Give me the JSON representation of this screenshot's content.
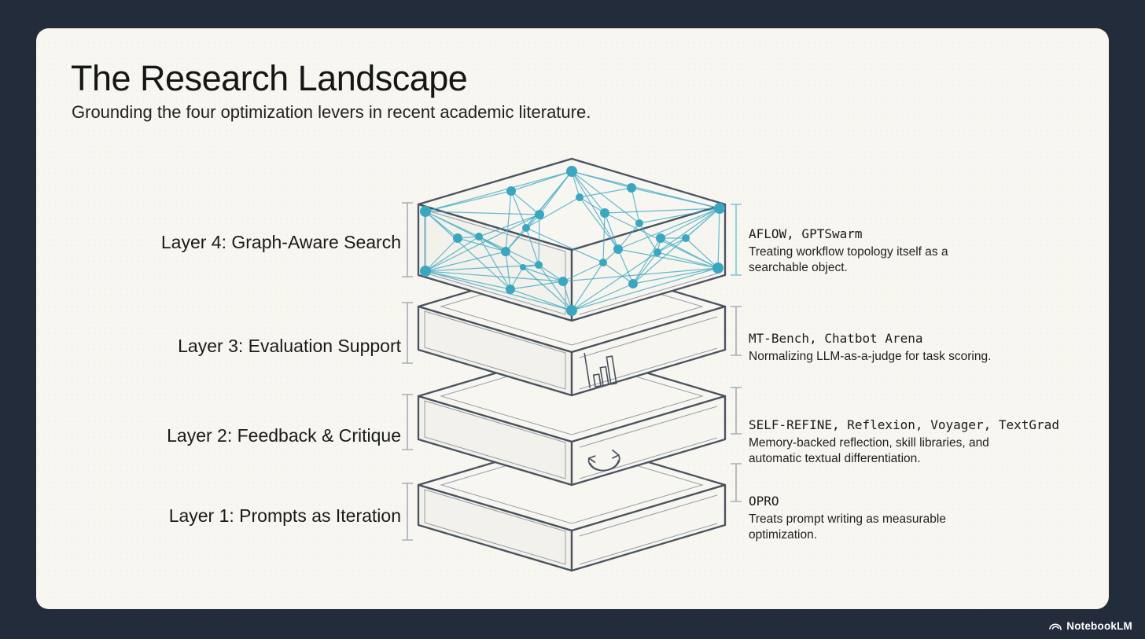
{
  "slide": {
    "title": "The Research Landscape",
    "subtitle": "Grounding the four optimization levers in recent academic literature."
  },
  "layers": [
    {
      "label": "Layer 4: Graph-Aware Search",
      "papers": "AFLOW, GPTSwarm",
      "description": "Treating workflow topology itself as a searchable object.",
      "icon": "network-graph"
    },
    {
      "label": "Layer 3: Evaluation Support",
      "papers": "MT-Bench, Chatbot Arena",
      "description": "Normalizing LLM-as-a-judge for task scoring.",
      "icon": "bar-chart"
    },
    {
      "label": "Layer 2: Feedback & Critique",
      "papers": "SELF-REFINE, Reflexion, Voyager, TextGrad",
      "description": "Memory-backed reflection, skill libraries, and automatic textual differentiation.",
      "icon": "cycle-arrows"
    },
    {
      "label": "Layer 1: Prompts as Iteration",
      "papers": "OPRO",
      "description": "Treats prompt writing as measurable optimization.",
      "icon": "none"
    }
  ],
  "footer": {
    "brand": "NotebookLM"
  },
  "colors": {
    "background": "#232C3A",
    "card": "#F7F6F0",
    "box_outline": "#49525F",
    "inset_line": "#959CA7",
    "network_teal": "#3BA6C0",
    "bracket_gray": "#A9AEB6",
    "bracket_teal": "#7FC6D5"
  }
}
